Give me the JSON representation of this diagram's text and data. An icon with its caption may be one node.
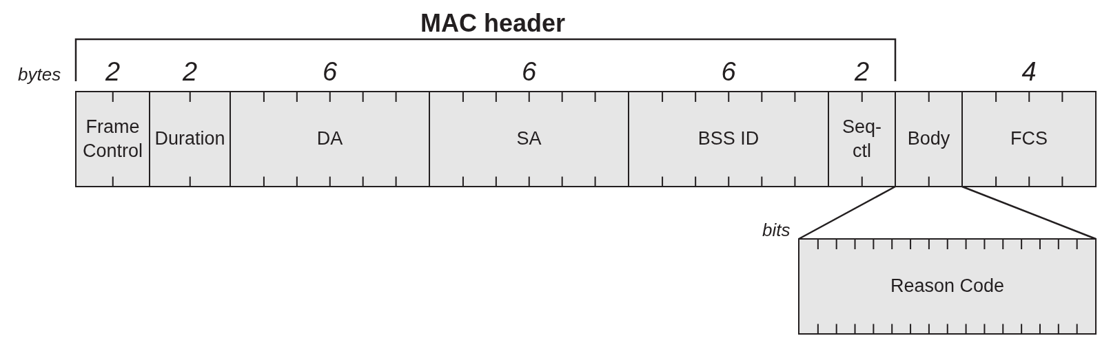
{
  "diagram": {
    "title": "MAC header",
    "nodes": [
      {
        "text": [
          "Frame Control"
        ],
        "beside": [
          "2"
        ]
      },
      {
        "text": [
          "Duration"
        ],
        "beside": [
          "2"
        ]
      },
      {
        "text": [
          "DA"
        ],
        "beside": [
          "6"
        ]
      },
      {
        "text": [
          "SA"
        ],
        "beside": [
          "6"
        ]
      },
      {
        "text": [
          "BSS ID"
        ],
        "beside": [
          "6"
        ]
      },
      {
        "text": [
          "Seq-ctl"
        ],
        "beside": [
          "2"
        ]
      },
      {
        "text": [
          "Body"
        ]
      },
      {
        "text": [
          "FCS"
        ],
        "beside": [
          "4"
        ]
      },
      {
        "text": [
          "Reason Code"
        ]
      }
    ],
    "edges": [
      {
        "from": 6,
        "to": 8,
        "arrow": "none"
      },
      {
        "from": 6,
        "to": 8,
        "arrow": "none"
      }
    ],
    "labels": [
      "bytes",
      "bits"
    ]
  }
}
